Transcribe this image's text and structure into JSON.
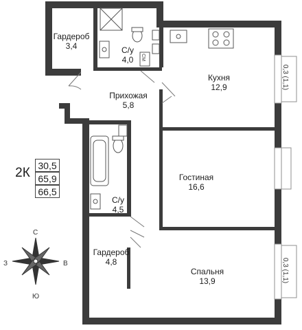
{
  "rooms": {
    "wardrobe_top": {
      "name": "Гардероб",
      "area": "3,4"
    },
    "bath_top": {
      "name": "С/у",
      "area": "4,0"
    },
    "kitchen": {
      "name": "Кухня",
      "area": "12,9"
    },
    "hall": {
      "name": "Прихожая",
      "area": "5,8"
    },
    "living": {
      "name": "Гостиная",
      "area": "16,6"
    },
    "bath_bottom": {
      "name": "С/у",
      "area": "4,5"
    },
    "wardrobe_bottom": {
      "name": "Гардероб",
      "area": "4,8"
    },
    "bedroom": {
      "name": "Спальня",
      "area": "13,9"
    }
  },
  "balconies": {
    "upper": "0,3 (1,1)",
    "lower": "0,3 (1,1)"
  },
  "apartment": {
    "type": "2К",
    "areas": [
      "30,5",
      "65,9",
      "66,5"
    ]
  },
  "compass": {
    "north": "С",
    "south": "Ю",
    "west": "З",
    "east": "В"
  },
  "appliance_label": "СМ",
  "colors": {
    "wall": "#3c3c3c",
    "window": "#8f8f8f",
    "fixture": "#555555"
  }
}
